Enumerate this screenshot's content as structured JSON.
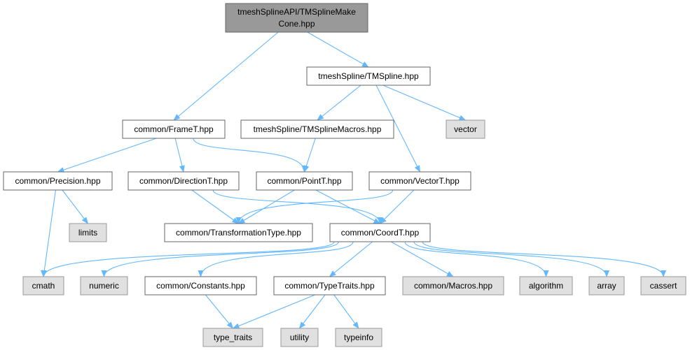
{
  "colors": {
    "edge": "#63b8ff",
    "root_fill": "#999999",
    "root_stroke": "#666666",
    "file_fill": "#ffffff",
    "file_stroke": "#666666",
    "external_fill": "#e0e0e0",
    "external_stroke": "#999999"
  },
  "nodes": {
    "root": {
      "line1": "tmeshSplineAPI/TMSplineMake",
      "line2": "Cone.hpp"
    },
    "tmspline": {
      "label": "tmeshSpline/TMSpline.hpp"
    },
    "framet": {
      "label": "common/FrameT.hpp"
    },
    "tmsplinemacros": {
      "label": "tmeshSpline/TMSplineMacros.hpp"
    },
    "vector": {
      "label": "vector"
    },
    "precision": {
      "label": "common/Precision.hpp"
    },
    "directiont": {
      "label": "common/DirectionT.hpp"
    },
    "pointt": {
      "label": "common/PointT.hpp"
    },
    "vectort": {
      "label": "common/VectorT.hpp"
    },
    "limits": {
      "label": "limits"
    },
    "transformationtype": {
      "label": "common/TransformationType.hpp"
    },
    "coordt": {
      "label": "common/CoordT.hpp"
    },
    "cmath": {
      "label": "cmath"
    },
    "numeric": {
      "label": "numeric"
    },
    "constants": {
      "label": "common/Constants.hpp"
    },
    "typetraits": {
      "label": "common/TypeTraits.hpp"
    },
    "macros": {
      "label": "common/Macros.hpp"
    },
    "algorithm": {
      "label": "algorithm"
    },
    "array": {
      "label": "array"
    },
    "cassert": {
      "label": "cassert"
    },
    "type_traits": {
      "label": "type_traits"
    },
    "utility": {
      "label": "utility"
    },
    "typeinfo": {
      "label": "typeinfo"
    }
  },
  "edges": [
    [
      "root",
      "tmspline"
    ],
    [
      "root",
      "framet"
    ],
    [
      "tmspline",
      "tmsplinemacros"
    ],
    [
      "tmspline",
      "vector"
    ],
    [
      "tmspline",
      "vectort"
    ],
    [
      "framet",
      "precision"
    ],
    [
      "framet",
      "directiont"
    ],
    [
      "framet",
      "pointt"
    ],
    [
      "tmsplinemacros",
      "pointt"
    ],
    [
      "precision",
      "limits"
    ],
    [
      "precision",
      "cmath"
    ],
    [
      "directiont",
      "transformationtype"
    ],
    [
      "directiont",
      "coordt"
    ],
    [
      "pointt",
      "transformationtype"
    ],
    [
      "pointt",
      "coordt"
    ],
    [
      "vectort",
      "transformationtype"
    ],
    [
      "vectort",
      "coordt"
    ],
    [
      "coordt",
      "cmath"
    ],
    [
      "coordt",
      "numeric"
    ],
    [
      "coordt",
      "constants"
    ],
    [
      "coordt",
      "typetraits"
    ],
    [
      "coordt",
      "macros"
    ],
    [
      "coordt",
      "algorithm"
    ],
    [
      "coordt",
      "array"
    ],
    [
      "coordt",
      "cassert"
    ],
    [
      "constants",
      "type_traits"
    ],
    [
      "typetraits",
      "type_traits"
    ],
    [
      "typetraits",
      "utility"
    ],
    [
      "typetraits",
      "typeinfo"
    ]
  ]
}
